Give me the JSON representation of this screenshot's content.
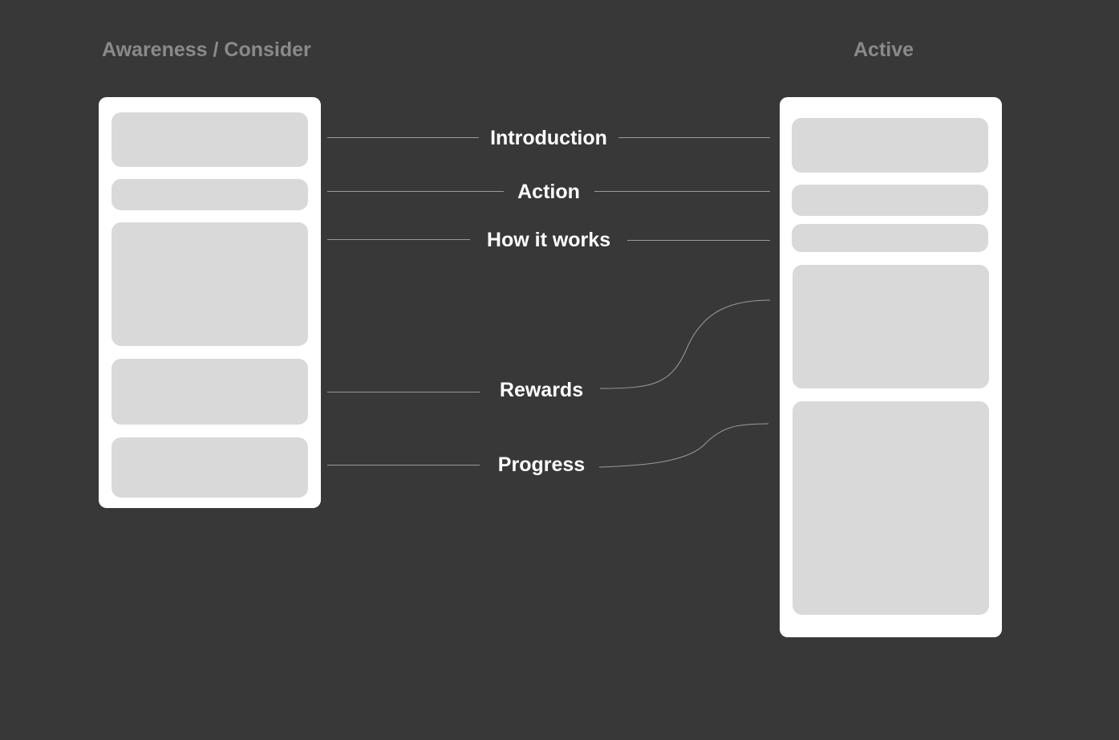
{
  "columns": {
    "left_title": "Awareness / Consider",
    "right_title": "Active"
  },
  "sections": {
    "introduction": "Introduction",
    "action": "Action",
    "how_it_works": "How it works",
    "rewards": "Rewards",
    "progress": "Progress"
  },
  "colors": {
    "background": "#383838",
    "phone": "#ffffff",
    "block": "#d9d9d9",
    "title": "#8a8a8a",
    "connector": "#9a9a9a"
  }
}
